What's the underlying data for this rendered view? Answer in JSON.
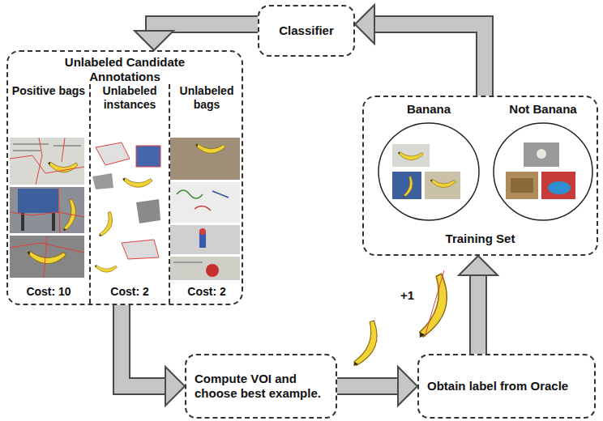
{
  "diagram": {
    "nodes": [
      {
        "text": [
          "Classifier"
        ]
      },
      {
        "text": [
          "Unlabeled Candidate Annotations"
        ]
      },
      {
        "text": [
          "Positive bags",
          "Cost: 10"
        ],
        "in": 1
      },
      {
        "text": [
          "Unlabeled instances",
          "Cost: 2"
        ],
        "in": 1
      },
      {
        "text": [
          "Unlabeled bags",
          "Cost: 2"
        ],
        "in": 1
      },
      {
        "text": [
          "Training Set"
        ]
      },
      {
        "text": [
          "Banana"
        ],
        "in": 5
      },
      {
        "text": [
          "Not Banana"
        ],
        "in": 5
      },
      {
        "text": [
          "Compute VOI and choose best example."
        ]
      },
      {
        "text": [
          "Obtain label from Oracle"
        ]
      }
    ],
    "edges": [
      {
        "from": 0,
        "to": 1,
        "arrow": "to"
      },
      {
        "from": 5,
        "to": 0,
        "arrow": "to"
      },
      {
        "from": 1,
        "to": 8,
        "arrow": "to"
      },
      {
        "from": 8,
        "to": 9,
        "arrow": "to"
      },
      {
        "from": 9,
        "to": 5,
        "arrow": "to"
      }
    ],
    "labels": [
      "+1"
    ]
  }
}
